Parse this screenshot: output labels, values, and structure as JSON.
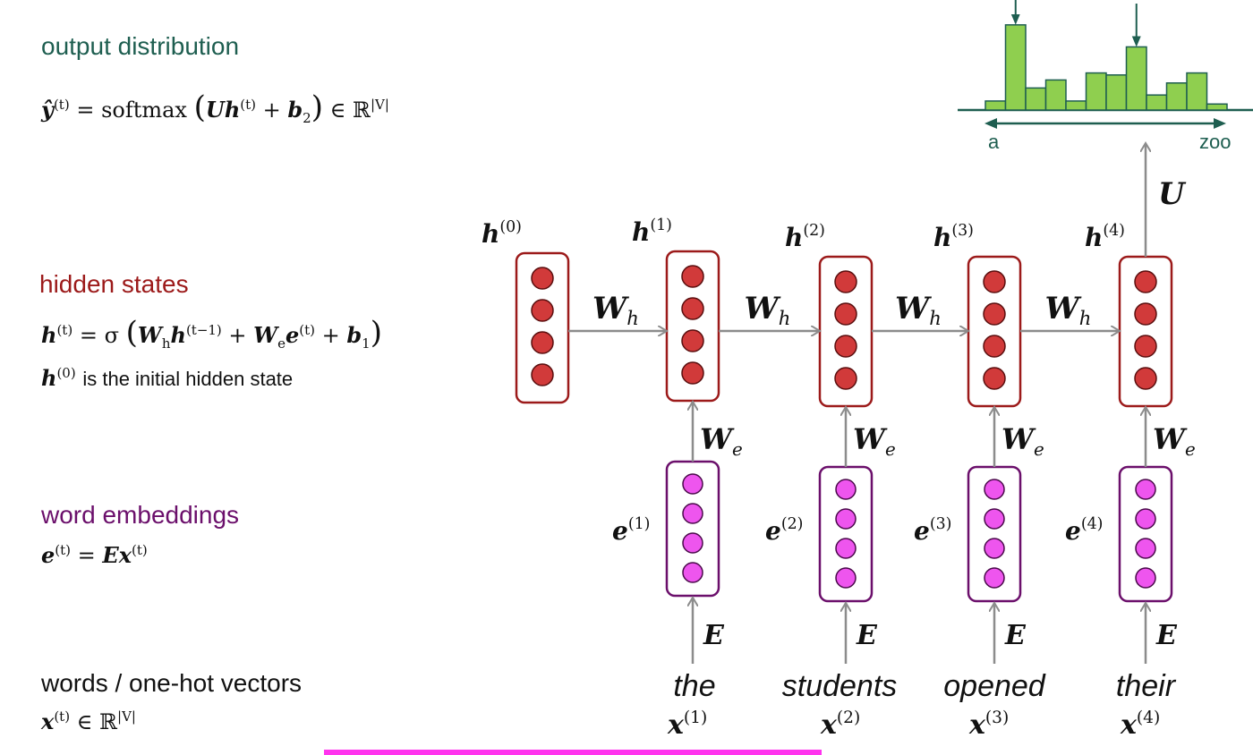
{
  "sections": {
    "output": {
      "title": "output distribution",
      "color": "#1e5e50"
    },
    "hidden": {
      "title": "hidden states",
      "initial_note": "is the initial hidden state",
      "color": "#9c1a1a"
    },
    "embeddings": {
      "title": "word embeddings",
      "color": "#6b0f6b"
    },
    "words": {
      "title": "words / one-hot vectors"
    }
  },
  "equations": {
    "output_lhs": "ŷ",
    "output_fn": "softmax",
    "output_set": "∈ ℝ",
    "hidden_sigma": "= σ",
    "embed_eq": "= "
  },
  "timesteps": [
    {
      "word": "the",
      "t": "1"
    },
    {
      "word": "students",
      "t": "2"
    },
    {
      "word": "opened",
      "t": "3"
    },
    {
      "word": "their",
      "t": "4"
    }
  ],
  "histogram": {
    "values": [
      0.09,
      0.85,
      0.22,
      0.3,
      0.09,
      0.37,
      0.35,
      0.63,
      0.15,
      0.27,
      0.37,
      0.06
    ],
    "left_label": "a",
    "right_label": "zoo",
    "color": "#8fcf4f"
  },
  "weights": {
    "hidden": "W",
    "embed": "W",
    "output": "U",
    "embedding_matrix": "E"
  },
  "colors": {
    "hidden_node": "#d13a3a",
    "embed_node": "#ee55ee",
    "hidden_box": "#9c1a1a",
    "embed_box": "#6b0f6b",
    "arrow": "#8c8c8c"
  }
}
